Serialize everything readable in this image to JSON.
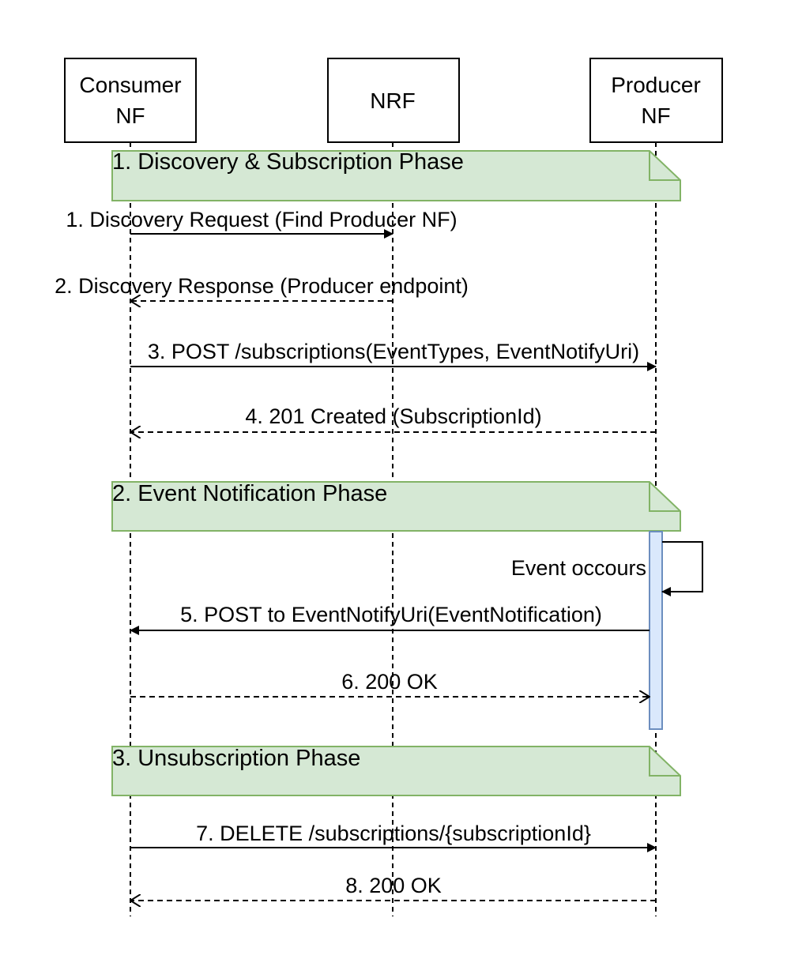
{
  "actors": [
    {
      "id": "consumer",
      "lines": [
        "Consumer",
        "NF"
      ]
    },
    {
      "id": "nrf",
      "lines": [
        "NRF"
      ]
    },
    {
      "id": "producer",
      "lines": [
        "Producer",
        "NF"
      ]
    }
  ],
  "phases": [
    {
      "label": "1. Discovery & Subscription Phase"
    },
    {
      "label": "2. Event Notification Phase"
    },
    {
      "label": "3. Unsubscription Phase"
    }
  ],
  "messages": [
    {
      "label": "1. Discovery Request (Find Producer NF)",
      "from": "consumer",
      "to": "nrf",
      "kind": "sync"
    },
    {
      "label": "2. Discovery Response (Producer endpoint)",
      "from": "nrf",
      "to": "consumer",
      "kind": "reply"
    },
    {
      "label": "3. POST /subscriptions(EventTypes, EventNotifyUri)",
      "from": "consumer",
      "to": "producer",
      "kind": "sync"
    },
    {
      "label": "4. 201 Created (SubscriptionId)",
      "from": "producer",
      "to": "consumer",
      "kind": "reply"
    },
    {
      "label": "Event occours",
      "from": "producer",
      "to": "producer",
      "kind": "self"
    },
    {
      "label": "5. POST to EventNotifyUri(EventNotification)",
      "from": "producer",
      "to": "consumer",
      "kind": "sync"
    },
    {
      "label": "6. 200 OK",
      "from": "consumer",
      "to": "producer",
      "kind": "reply"
    },
    {
      "label": "7. DELETE /subscriptions/{subscriptionId}",
      "from": "consumer",
      "to": "producer",
      "kind": "sync"
    },
    {
      "label": "8. 200 OK",
      "from": "producer",
      "to": "consumer",
      "kind": "reply"
    }
  ],
  "colors": {
    "note_fill": "#d5e8d4",
    "note_stroke": "#82b366",
    "activation_fill": "#dae8fc",
    "activation_stroke": "#6c8ebf",
    "line": "#000000"
  }
}
